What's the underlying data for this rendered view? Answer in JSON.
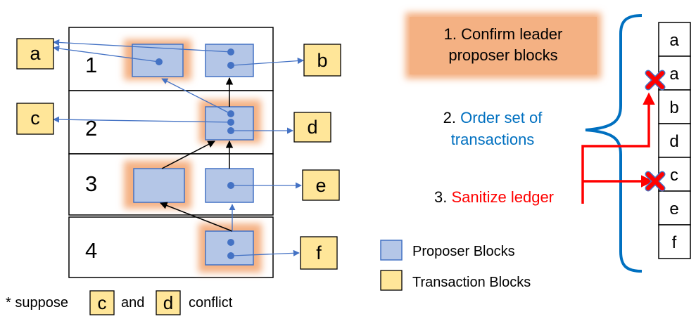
{
  "colors": {
    "proposer_fill": "#b4c6e7",
    "proposer_border": "#4472c4",
    "transaction_fill": "#ffe699",
    "transaction_border": "#000000",
    "glow": "#f4b183",
    "blue_text": "#0070c0",
    "red": "#ff0000",
    "bracket": "#0070c0",
    "arrow_blue": "#4472c4",
    "cross_fill": "#ff0000",
    "cross_outline": "#4472c4"
  },
  "levels": [
    "1",
    "2",
    "3",
    "4"
  ],
  "tx_blocks": {
    "a": "a",
    "b": "b",
    "c": "c",
    "d": "d",
    "e": "e",
    "f": "f"
  },
  "note": {
    "prefix": "* suppose",
    "tx1": "c",
    "mid": "and",
    "tx2": "d",
    "suffix": "conflict"
  },
  "legend": {
    "proposer": "Proposer Blocks",
    "transaction": "Transaction Blocks"
  },
  "steps": {
    "step1_line1": "1. Confirm leader",
    "step1_line2": "proposer blocks",
    "step2_prefix": "2.",
    "step2_line1": "Order set of",
    "step2_line2": "transactions",
    "step3_prefix": "3.",
    "step3_text": "Sanitize ledger"
  },
  "ledger": [
    "a",
    "a",
    "b",
    "d",
    "c",
    "e",
    "f"
  ],
  "ledger_crossed": [
    1,
    4
  ]
}
